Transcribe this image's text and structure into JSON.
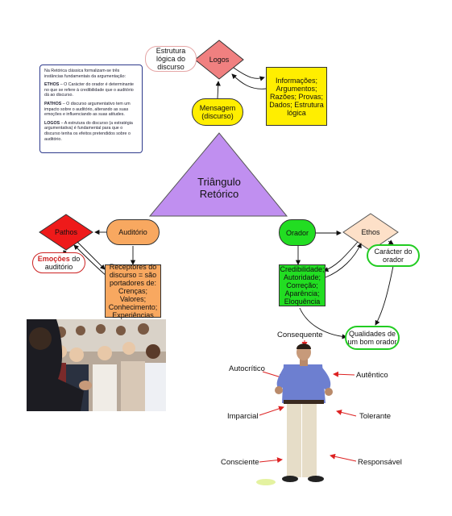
{
  "note": {
    "intro": "Na Retórica clássica formalizam-se três instâncias fundamentais da argumentação:",
    "ethos_term": "ETHOS",
    "ethos_text": " – O Carácter do orador é determinante no que se refere à credibilidade que o auditório dá ao discurso.",
    "pathos_term": "PATHOS",
    "pathos_text": " – O discurso argumentativo tem um impacto sobre o auditório, alterando as suas emoções e influenciando as suas atitudes.",
    "logos_term": "LOGOS",
    "logos_text": " – A estrutura do discurso (a estratégia argumentativa) é fundamental para que o discurso tenha os efeitos pretendidos sobre o auditório."
  },
  "nodes": {
    "triangle": "Triângulo Retórico",
    "logos": "Logos",
    "estrutura": "Estrutura lógica do discurso",
    "mensagem": "Mensagem (discurso)",
    "informacoes": "Informações; Argumentos; Razões; Provas; Dados; Estrutura lógica",
    "pathos": "Pathos",
    "auditorio": "Auditório",
    "emocoes_bold": "Emoções",
    "emocoes_rest": " do auditório",
    "receptores": "Receptores do discurso = são portadores de: Crenças; Valores; Conhecimento; Experiências",
    "orador": "Orador",
    "ethos": "Ethos",
    "caracter": "Carácter do orador",
    "credibilidade": "Credibilidade; Autoridade; Correção; Aparência; Eloquência",
    "qualidades": "Qualidades de um bom orador"
  },
  "qualities": {
    "consequente": "Consequente",
    "autocritico": "Autocrítico",
    "autentico": "Autêntico",
    "imparcial": "Imparcial",
    "tolerante": "Tolerante",
    "consciente": "Consciente",
    "responsavel": "Responsável"
  },
  "colors": {
    "logos": "#f08080",
    "yellow": "#ffee00",
    "triangle": "#c08ff0",
    "pathos": "#ee1a1a",
    "orange": "#f8a860",
    "green": "#22dd22",
    "ethos": "#fde0c8",
    "red_outline": "#cc2222",
    "green_outline": "#22cc22",
    "arrow_red": "#dd2222"
  }
}
